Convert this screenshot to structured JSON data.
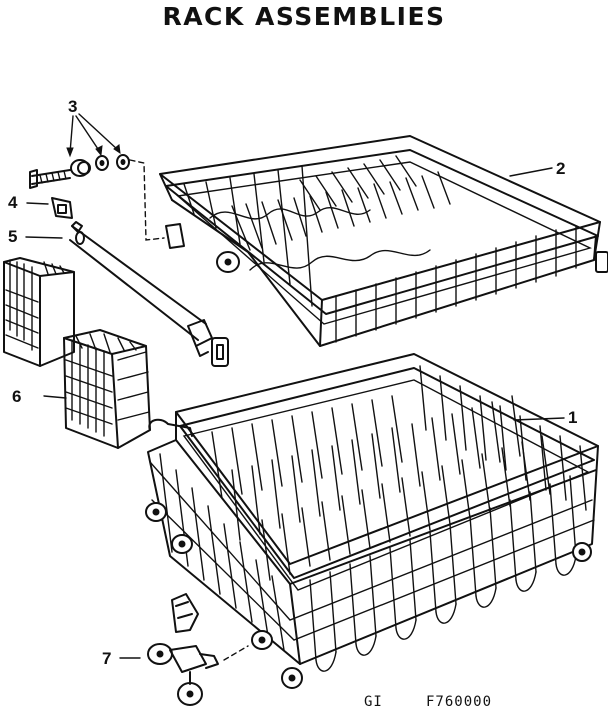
{
  "title": "RACK ASSEMBLIES",
  "callouts": {
    "c1": "1",
    "c2": "2",
    "c3": "3",
    "c4": "4",
    "c5": "5",
    "c6": "6",
    "c7": "7"
  },
  "footer": {
    "code": "GI",
    "figure_number": "F760000"
  }
}
